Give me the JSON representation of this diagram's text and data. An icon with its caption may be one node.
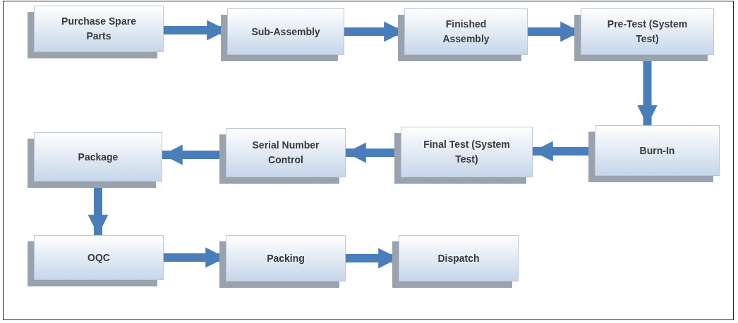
{
  "diagram": {
    "nodes": [
      {
        "text": [
          "Purchase Spare Parts"
        ]
      },
      {
        "text": [
          "Sub-Assembly"
        ]
      },
      {
        "text": [
          "Finished Assembly"
        ]
      },
      {
        "text": [
          "Pre-Test (System Test)"
        ]
      },
      {
        "text": [
          "Burn-In"
        ]
      },
      {
        "text": [
          "Final Test (System Test)"
        ]
      },
      {
        "text": [
          "Serial Number Control"
        ]
      },
      {
        "text": [
          "Package"
        ]
      },
      {
        "text": [
          "OQC"
        ]
      },
      {
        "text": [
          "Packing"
        ]
      },
      {
        "text": [
          "Dispatch"
        ]
      }
    ],
    "edges": [
      {
        "from": 0,
        "to": 1,
        "arrow": "to"
      },
      {
        "from": 1,
        "to": 2,
        "arrow": "to"
      },
      {
        "from": 2,
        "to": 3,
        "arrow": "to"
      },
      {
        "from": 3,
        "to": 4,
        "arrow": "to"
      },
      {
        "from": 4,
        "to": 5,
        "arrow": "to"
      },
      {
        "from": 5,
        "to": 6,
        "arrow": "to"
      },
      {
        "from": 6,
        "to": 7,
        "arrow": "to"
      },
      {
        "from": 7,
        "to": 8,
        "arrow": "to"
      },
      {
        "from": 8,
        "to": 9,
        "arrow": "to"
      },
      {
        "from": 9,
        "to": 10,
        "arrow": "to"
      }
    ]
  }
}
